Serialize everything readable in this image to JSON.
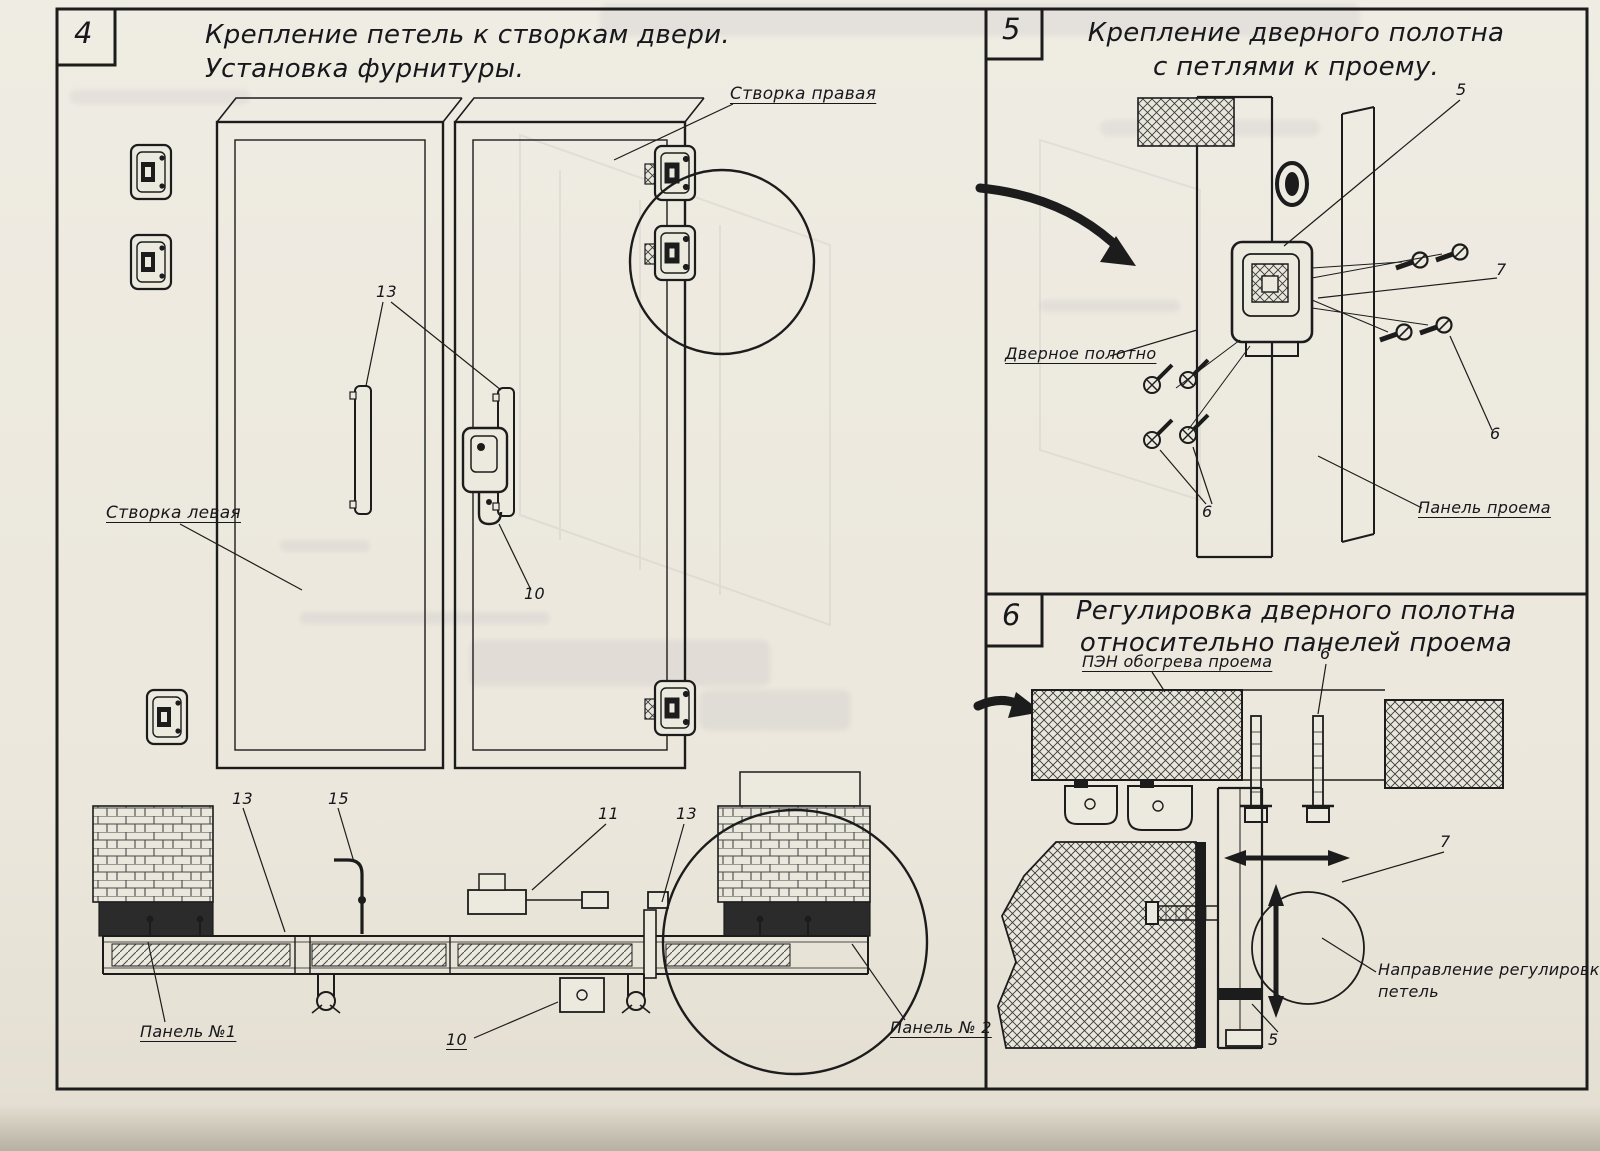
{
  "panel4": {
    "number": "4",
    "title1": "Крепление петель к створкам двери.",
    "title2": "Установка фурнитуры.",
    "right_leaf": "Створка правая",
    "left_leaf": "Створка левая",
    "c13a": "13",
    "c10a": "10",
    "c13b": "13",
    "c15": "15",
    "c11": "11",
    "c13c": "13",
    "c10b": "10",
    "panel1": "Панель №1",
    "panel2": "Панель № 2"
  },
  "panel5": {
    "number": "5",
    "title1": "Крепление дверного полотна",
    "title2": "с петлями к проему.",
    "door_leaf": "Дверное полотно",
    "opening_panel": "Панель проема",
    "c5": "5",
    "c7": "7",
    "c6a": "6",
    "c6b": "6"
  },
  "panel6": {
    "number": "6",
    "title1": "Регулировка дверного полотна",
    "title2": "относительно панелей проема",
    "heater": "ПЭН обогрева проема",
    "c6": "6",
    "c7": "7",
    "c5": "5",
    "direction1": "Направление регулировки",
    "direction2": "петель"
  }
}
